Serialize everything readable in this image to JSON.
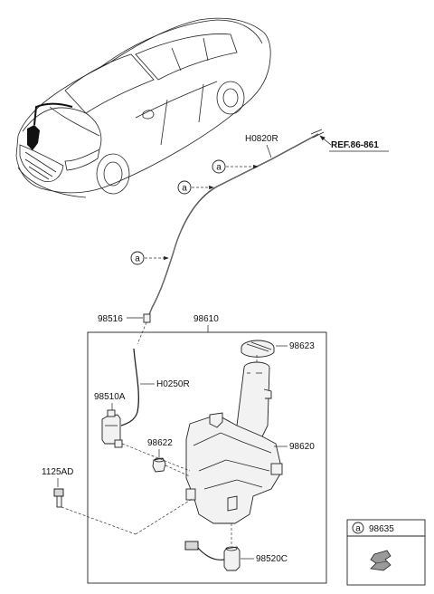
{
  "diagram": {
    "callout_symbol": "a",
    "labels": {
      "h0820r": "H0820R",
      "ref": "REF.86-861",
      "p98516": "98516",
      "p98610": "98610",
      "p98623": "98623",
      "h0250r": "H0250R",
      "p98510a": "98510A",
      "p98622": "98622",
      "p98620": "98620",
      "p1125ad": "1125AD",
      "p98520c": "98520C"
    },
    "legend": {
      "symbol": "a",
      "part_number": "98635"
    }
  }
}
